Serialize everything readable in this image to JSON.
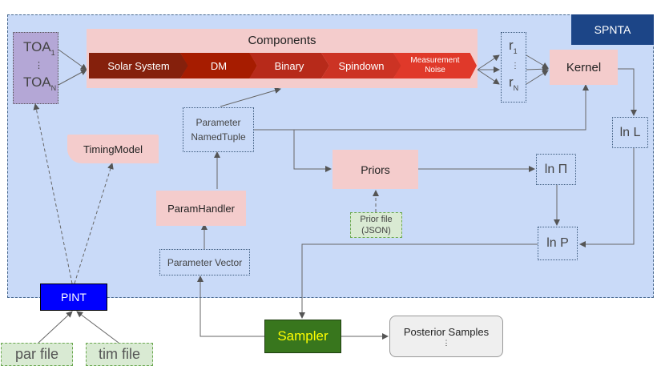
{
  "frame": {
    "label": "SPNTA"
  },
  "toa": {
    "top": "TOA",
    "top_sub": "1",
    "dots": "⋮",
    "bottom": "TOA",
    "bottom_sub": "N"
  },
  "components": {
    "title": "Components",
    "segments": [
      "Solar System",
      "DM",
      "Binary",
      "Spindown"
    ],
    "last_line1": "Measurement",
    "last_line2": "Noise"
  },
  "residuals": {
    "top": "r",
    "top_sub": "1",
    "dots": "⋮",
    "bottom": "r",
    "bottom_sub": "N"
  },
  "kernel": {
    "label": "Kernel"
  },
  "lnl": {
    "label": "ln L"
  },
  "param_tuple": {
    "line1": "Parameter",
    "line2": "NamedTuple"
  },
  "timing_model": {
    "label": "TimingModel"
  },
  "priors": {
    "label": "Priors"
  },
  "lnpi": {
    "label": "ln Π"
  },
  "prior_file": {
    "line1": "Prior file",
    "line2": "(JSON)"
  },
  "param_handler": {
    "label": "ParamHandler"
  },
  "lnp": {
    "label": "ln P"
  },
  "param_vector": {
    "label": "Parameter Vector"
  },
  "pint": {
    "label": "PINT"
  },
  "sampler": {
    "label": "Sampler"
  },
  "posterior": {
    "label": "Posterior Samples",
    "dots": "⋮"
  },
  "par_file": {
    "label": "par file"
  },
  "tim_file": {
    "label": "tim file"
  },
  "colors": {
    "frame_bg": "#c9daf8",
    "frame_label_bg": "#1c4587",
    "pink": "#f4cccc",
    "toa_bg": "#b4a7d6",
    "pint_bg": "#0000ff",
    "sampler_bg": "#38761d",
    "sampler_text": "#ffff00",
    "file_bg": "#d9ead3"
  }
}
